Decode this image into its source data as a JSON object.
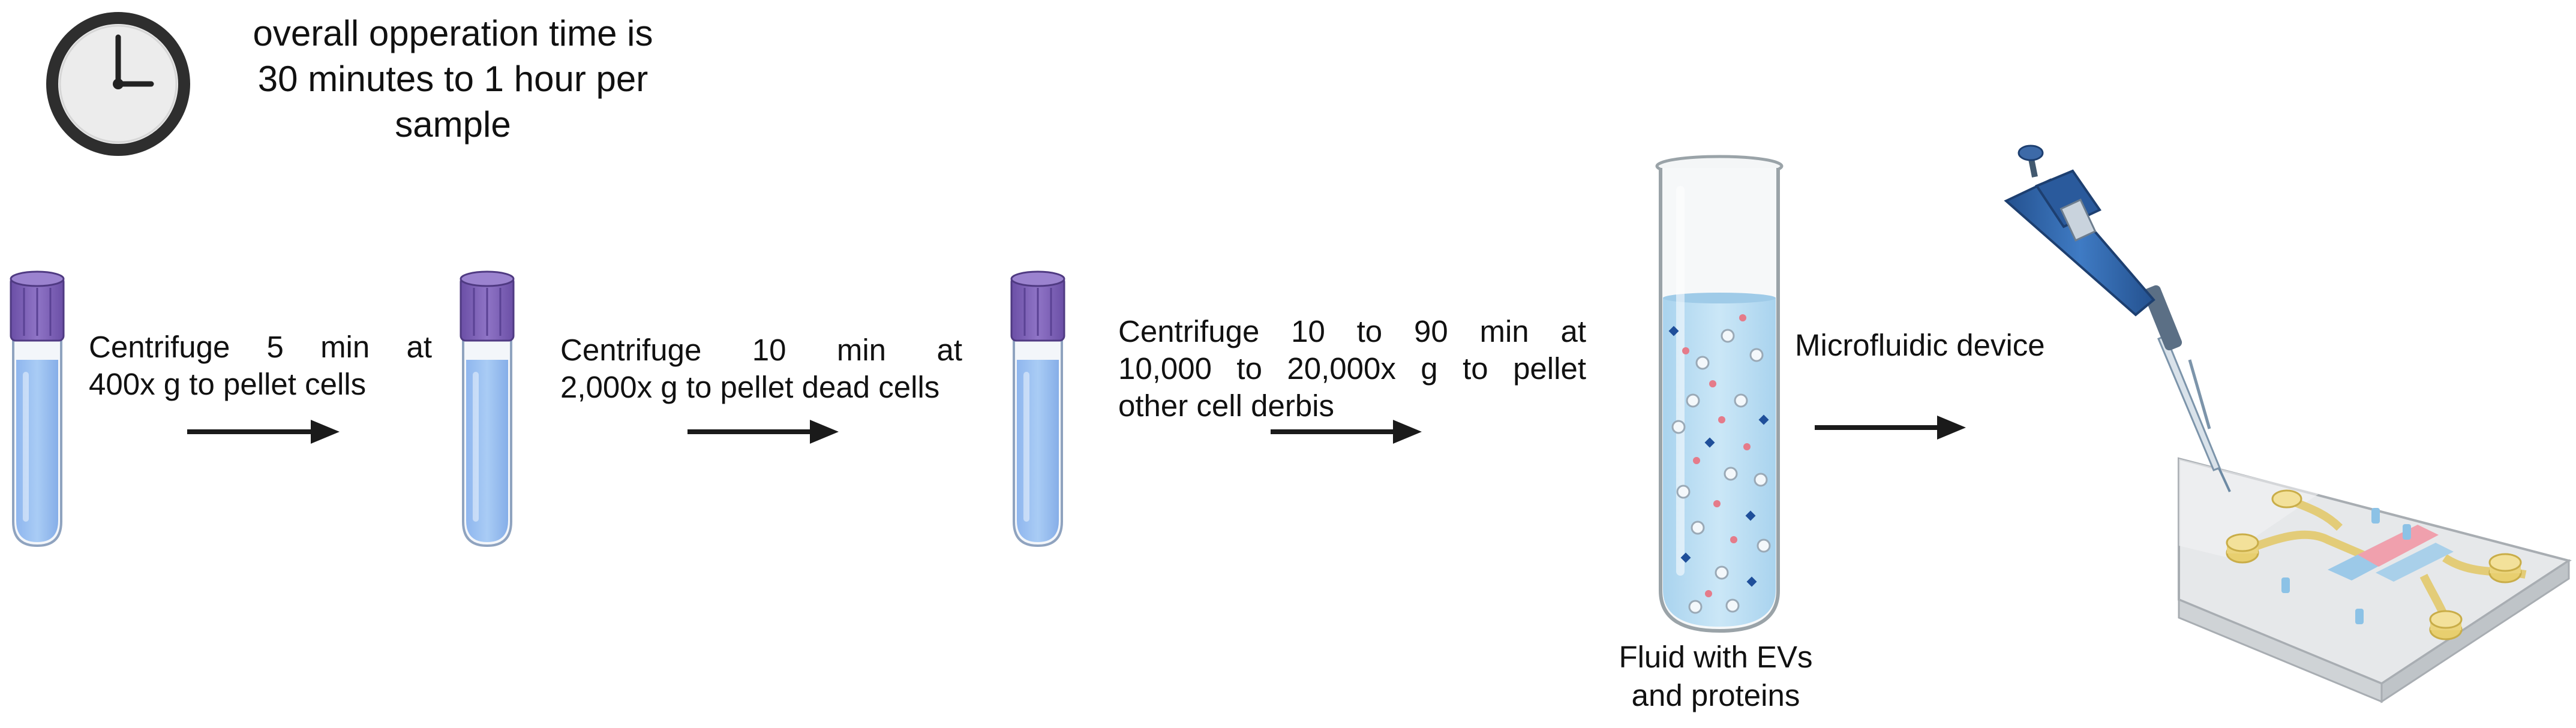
{
  "header": {
    "time_lines": [
      "overall opperation time is",
      "30 minutes to 1 hour per",
      "sample"
    ]
  },
  "steps": [
    {
      "lines": [
        "Centrifuge 5 min at",
        "400x g to pellet cells"
      ]
    },
    {
      "lines": [
        "Centrifuge 10 min at",
        "2,000x g to pellet dead cells"
      ]
    },
    {
      "lines": [
        "Centrifuge 10 to 90 min at",
        "10,000 to 20,000x g to pellet",
        "other cell derbis"
      ]
    }
  ],
  "device_label": "Microfluidic device",
  "fluid_label_lines": [
    "Fluid with  EVs",
    "and proteins"
  ],
  "icons": [
    "clock-icon",
    "blood-tube-icon",
    "test-tube-icon",
    "pipette-icon",
    "microfluidic-chip-icon",
    "arrow-right-icon"
  ],
  "colors": {
    "tube_cap": "#7f63b8",
    "tube_liquid": "#9ec3f2",
    "fluid": "#bfe0f3",
    "particle_red": "#e57b8a",
    "particle_blue": "#1f4f9a",
    "pipette": "#2f63a8",
    "chip_yellow": "#e8d07a",
    "chip_pink": "#ef9aa6",
    "chip_blue": "#8fc6e6",
    "arrow": "#1a1a1a"
  }
}
